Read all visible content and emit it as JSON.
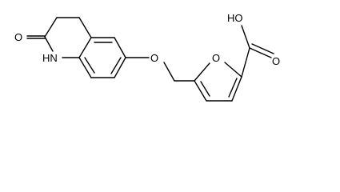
{
  "molecule": {
    "atoms": {
      "lactam_oxygen": "O",
      "ring_nitrogen": "HN",
      "ether_oxygen": "O",
      "furan_oxygen": "O",
      "acid_hydroxyl": "HO",
      "acid_carbonyl_oxygen": "O"
    }
  }
}
